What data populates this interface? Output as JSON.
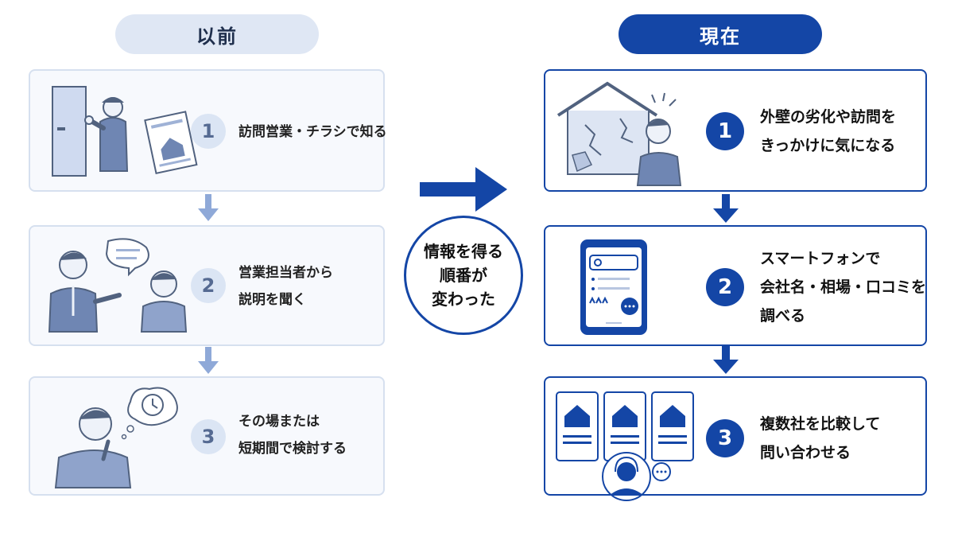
{
  "before": {
    "header": "以前",
    "steps": [
      {
        "number": "1",
        "lines": [
          "訪問営業・チラシで知る"
        ]
      },
      {
        "number": "2",
        "lines": [
          "営業担当者から",
          "説明を聞く"
        ]
      },
      {
        "number": "3",
        "lines": [
          "その場または",
          "短期間で検討する"
        ]
      }
    ]
  },
  "center": {
    "lines": [
      "情報を得る",
      "順番が",
      "変わった"
    ]
  },
  "after": {
    "header": "現在",
    "steps": [
      {
        "number": "1",
        "lines": [
          "外壁の劣化や訪問を",
          "きっかけに気になる"
        ]
      },
      {
        "number": "2",
        "lines": [
          "スマートフォンで",
          "会社名・相場・口コミを",
          "調べる"
        ]
      },
      {
        "number": "3",
        "lines": [
          "複数社を比較して",
          "問い合わせる"
        ]
      }
    ]
  },
  "colors": {
    "primary": "#1446a6",
    "muted_blue": "#8fa9d8",
    "light_fill": "#dbe5f4",
    "light_border": "#d6e0ef"
  }
}
